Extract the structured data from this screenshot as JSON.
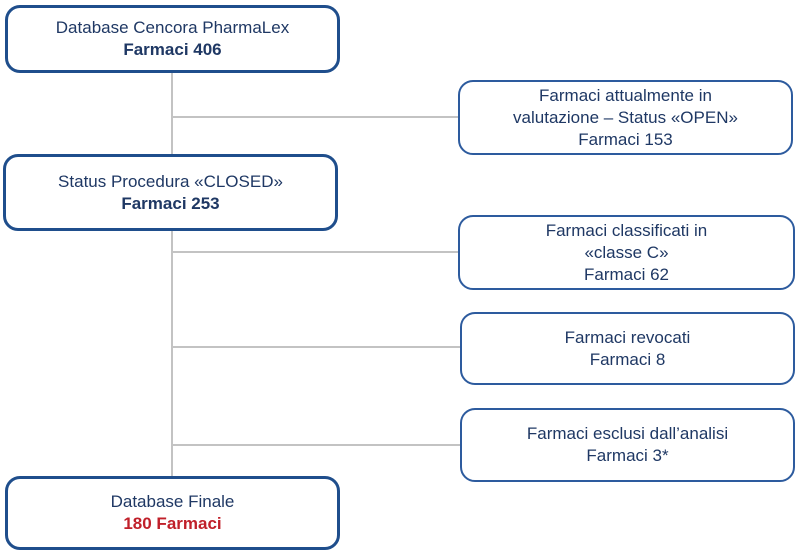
{
  "diagram": {
    "type": "flowchart",
    "language": "it",
    "colors": {
      "border_blue_dark": "#1f4e8c",
      "border_blue_light": "#2d5b9e",
      "text_navy": "#1f3864",
      "accent_red": "#c0202a",
      "connector_gray": "#c3c3c3"
    },
    "boxes": {
      "source": {
        "line1": "Database Cencora PharmaLex",
        "line2": "Farmaci 406"
      },
      "open": {
        "line1": "Farmaci attualmente in",
        "line2": "valutazione – Status «OPEN»",
        "line3": "Farmaci 153"
      },
      "closed": {
        "line1": "Status Procedura «CLOSED»",
        "line2": "Farmaci 253"
      },
      "classe_c": {
        "line1": "Farmaci classificati in",
        "line2": "«classe C»",
        "line3": "Farmaci 62"
      },
      "revocati": {
        "line1": "Farmaci revocati",
        "line2": "Farmaci 8"
      },
      "esclusi": {
        "line1": "Farmaci esclusi dall’analisi",
        "line2": "Farmaci 3*"
      },
      "finale": {
        "line1": "Database Finale",
        "line2": "180 Farmaci"
      }
    }
  }
}
